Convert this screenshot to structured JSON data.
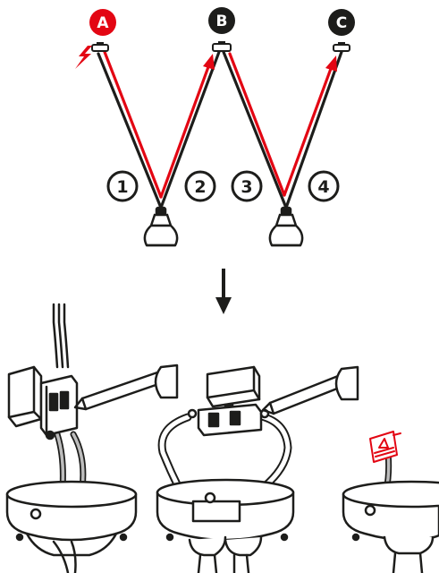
{
  "points": [
    {
      "label": "A",
      "color": "#e30613",
      "role": "power-source"
    },
    {
      "label": "B",
      "color": "#1d1d1b",
      "role": "ceiling-point"
    },
    {
      "label": "C",
      "color": "#1d1d1b",
      "role": "ceiling-point"
    }
  ],
  "cable_steps": [
    {
      "label": "1"
    },
    {
      "label": "2"
    },
    {
      "label": "3"
    },
    {
      "label": "4"
    }
  ],
  "colors": {
    "ink": "#1d1d1b",
    "accent": "#e30613",
    "cable_gray": "#9a9a9a",
    "fill_gray": "#d9d9d9",
    "white": "#ffffff"
  },
  "icons": [
    "lightning-icon",
    "arrow-down-icon",
    "screwdriver-icon",
    "warning-tag-icon",
    "terminal-block-icon",
    "ceiling-rose-icon",
    "pendant-lamp-icon"
  ]
}
